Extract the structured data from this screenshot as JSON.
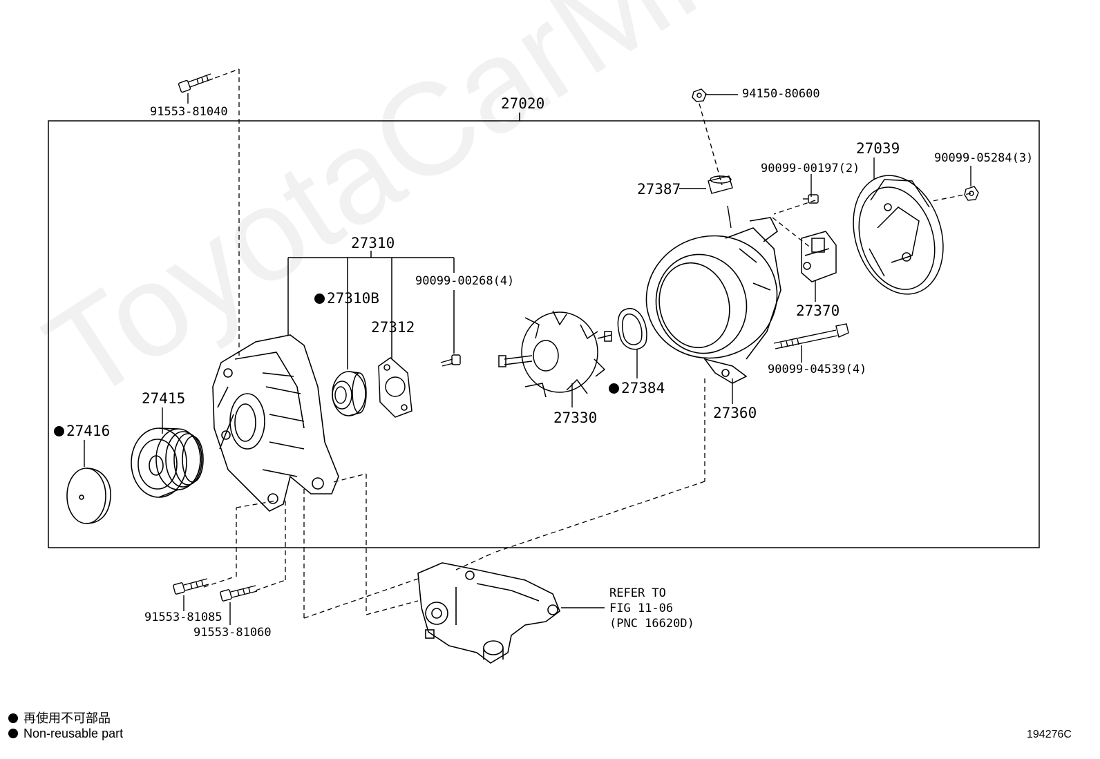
{
  "watermark": "ToyotaCarMine.ru",
  "group_label": "27020",
  "parts": {
    "p91553_81040": "91553-81040",
    "p94150_80600": "94150-80600",
    "p27387": "27387",
    "p90099_00197": "90099-00197(2)",
    "p27039": "27039",
    "p90099_05284": "90099-05284(3)",
    "p27310": "27310",
    "p90099_00268": "90099-00268(4)",
    "p27310B": "27310B",
    "p27312": "27312",
    "p27370": "27370",
    "p90099_04539": "90099-04539(4)",
    "p27384": "27384",
    "p27330": "27330",
    "p27360": "27360",
    "p27415": "27415",
    "p27416": "27416",
    "p91553_81085": "91553-81085",
    "p91553_81060": "91553-81060"
  },
  "refer": {
    "line1": "REFER TO",
    "line2": "FIG 11-06",
    "line3": "(PNC 16620D)"
  },
  "legend": {
    "japanese": "再使用不可部品",
    "english": "Non-reusable part"
  },
  "figure_id": "194276C"
}
